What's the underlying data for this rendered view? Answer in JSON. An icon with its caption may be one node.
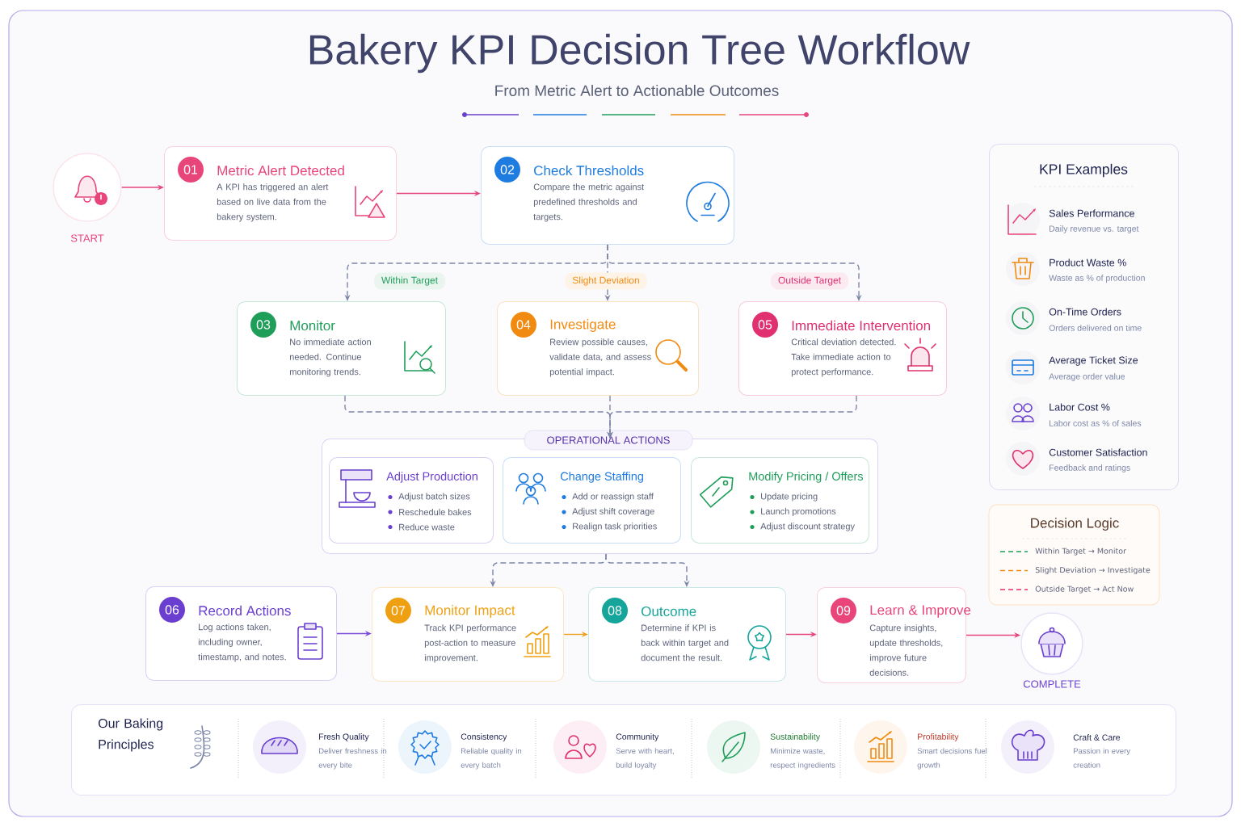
{
  "diagram": {
    "title": "Bakery KPI Decision Tree Workflow",
    "nodes": [
      {
        "text": [
          "START"
        ]
      },
      {
        "text": [
          "01",
          "Metric Alert Detected",
          "A KPI has triggered an alert based on live data from the bakery system."
        ]
      },
      {
        "text": [
          "02",
          "Check Thresholds",
          "Compare the metric against predefined thresholds and targets."
        ]
      },
      {
        "text": [
          "03",
          "Monitor",
          "No immediate action needed. Continue monitoring trends."
        ]
      },
      {
        "text": [
          "04",
          "Investigate",
          "Review possible causes, validate data, and assess potential impact."
        ]
      },
      {
        "text": [
          "05",
          "Immediate Intervention",
          "Critical deviation detected. Take immediate action to protect performance."
        ]
      },
      {
        "text": [
          "OPERATIONAL ACTIONS"
        ]
      },
      {
        "text": [
          "Adjust Production",
          "Adjust batch sizes",
          "Reschedule bakes",
          "Reduce waste"
        ],
        "in": 6
      },
      {
        "text": [
          "Change Staffing",
          "Add or reassign staff",
          "Adjust shift coverage",
          "Realign task priorities"
        ],
        "in": 6
      },
      {
        "text": [
          "Modify Pricing / Offers",
          "Update pricing",
          "Launch promotions",
          "Adjust discount strategy"
        ],
        "in": 6
      },
      {
        "text": [
          "06",
          "Record Actions",
          "Log actions taken, including owner, timestamp, and notes."
        ]
      },
      {
        "text": [
          "07",
          "Monitor Impact",
          "Track KPI performance post-action to measure improvement."
        ]
      },
      {
        "text": [
          "08",
          "Outcome",
          "Determine if KPI is back within target and document the result."
        ]
      },
      {
        "text": [
          "09",
          "Learn & Improve",
          "Capture insights, update thresholds, improve future decisions."
        ]
      },
      {
        "text": [
          "COMPLETE"
        ]
      },
      {
        "text": [
          "KPI Examples"
        ]
      },
      {
        "text": [
          "Sales Performance",
          "Daily revenue vs. target"
        ],
        "in": 15
      },
      {
        "text": [
          "Product Waste %",
          "Waste as % of production"
        ],
        "in": 15
      },
      {
        "text": [
          "On-Time Orders",
          "Orders delivered on time"
        ],
        "in": 15
      },
      {
        "text": [
          "Average Ticket Size",
          "Average order value"
        ],
        "in": 15
      },
      {
        "text": [
          "Labor Cost %",
          "Labor cost as % of sales"
        ],
        "in": 15
      },
      {
        "text": [
          "Customer Satisfaction",
          "Feedback and ratings"
        ],
        "in": 15
      },
      {
        "text": [
          "Our Baking Principles"
        ]
      },
      {
        "text": [
          "Fresh Quality",
          "Deliver freshness in every bite"
        ],
        "in": 22
      },
      {
        "text": [
          "Consistency",
          "Reliable quality in every batch"
        ],
        "in": 22
      },
      {
        "text": [
          "Community",
          "Serve with heart, build loyalty"
        ],
        "in": 22
      },
      {
        "text": [
          "Sustainability",
          "Minimize waste, respect ingredients"
        ],
        "in": 22
      },
      {
        "text": [
          "Profitability",
          "Smart decisions fuel growth"
        ],
        "in": 22
      },
      {
        "text": [
          "Craft & Care",
          "Passion in every creation"
        ],
        "in": 22
      }
    ],
    "edges": [
      {
        "from": 0,
        "to": 1,
        "arrow": "to",
        "color": "#e8457a"
      },
      {
        "from": 1,
        "to": 2,
        "arrow": "to",
        "color": "#e8457a"
      },
      {
        "from": 2,
        "to": 3,
        "arrow": "to",
        "label": "Within Target",
        "style": "dashed"
      },
      {
        "from": 2,
        "to": 4,
        "arrow": "to",
        "label": "Slight Deviation",
        "style": "dashed"
      },
      {
        "from": 2,
        "to": 5,
        "arrow": "to",
        "label": "Outside Target",
        "style": "dashed"
      },
      {
        "from": 3,
        "to": 6,
        "arrow": "to",
        "style": "dashed"
      },
      {
        "from": 4,
        "to": 6,
        "arrow": "to",
        "style": "dashed"
      },
      {
        "from": 5,
        "to": 6,
        "arrow": "to",
        "style": "dashed"
      },
      {
        "from": 6,
        "to": 11,
        "arrow": "to",
        "style": "dashed"
      },
      {
        "from": 6,
        "to": 12,
        "arrow": "to",
        "style": "dashed"
      },
      {
        "from": 10,
        "to": 11,
        "arrow": "to",
        "color": "#7c4ddb"
      },
      {
        "from": 11,
        "to": 12,
        "arrow": "to",
        "color": "#f0a020"
      },
      {
        "from": 12,
        "to": 13,
        "arrow": "to",
        "color": "#e8457a"
      },
      {
        "from": 13,
        "to": 14,
        "arrow": "to",
        "color": "#e8457a"
      }
    ],
    "labels": [
      "From Metric Alert to Actionable Outcomes",
      "Decision Logic"
    ],
    "legend": [
      {
        "text": "Within Target → Monitor"
      },
      {
        "text": "Slight Deviation → Investigate"
      },
      {
        "text": "Outside Target → Act Now"
      }
    ]
  }
}
